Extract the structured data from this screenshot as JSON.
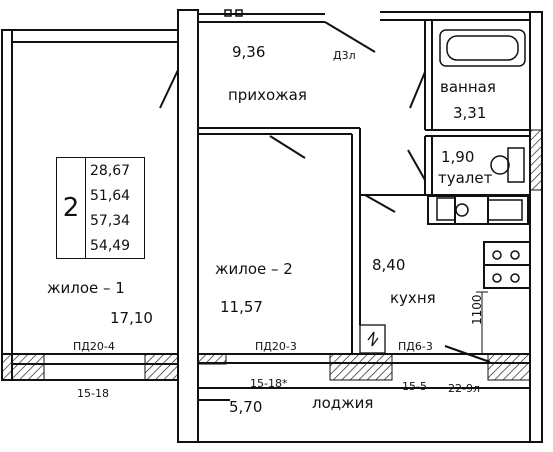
{
  "apartment": {
    "rooms_count": "2",
    "areas": [
      "28,67",
      "51,64",
      "57,34",
      "54,49"
    ]
  },
  "rooms": {
    "living1": {
      "name": "жилое – 1",
      "area": "17,10"
    },
    "living2": {
      "name": "жилое – 2",
      "area": "11,57"
    },
    "hallway": {
      "name": "прихожая",
      "area": "9,36"
    },
    "bathroom": {
      "name": "ванная",
      "area": "3,31"
    },
    "toilet": {
      "name": "туалет",
      "area": "1,90"
    },
    "kitchen": {
      "name": "кухня",
      "area": "8,40"
    },
    "loggia": {
      "name": "лоджия",
      "area": "5,70"
    }
  },
  "marks": {
    "door_entry": "Д3л",
    "window_living1": "ПД20-4",
    "window_living2": "ПД20-3",
    "window_kitchen": "ПД6-3",
    "dim_15_18a": "15-18",
    "dim_15_18b": "15-18*",
    "dim_15_5": "15-5",
    "dim_22_9": "22-9л",
    "dim_1100": "1100"
  },
  "colors": {
    "line": "#111111",
    "background": "#ffffff"
  }
}
